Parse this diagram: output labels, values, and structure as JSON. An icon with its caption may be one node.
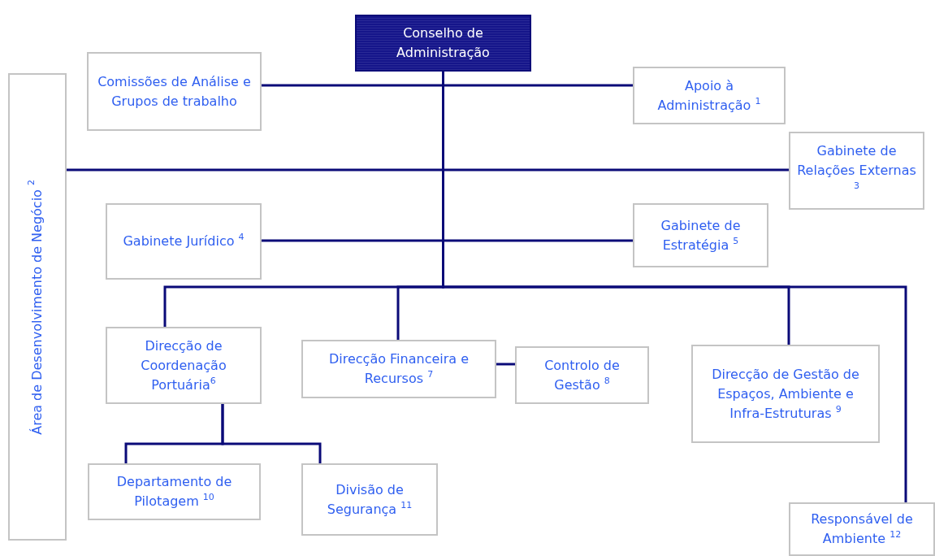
{
  "diagram": {
    "nodes": [
      {
        "text": [
          "Conselho de Administração"
        ]
      },
      {
        "text": [
          "Comissões de Análise e Grupos de trabalho"
        ]
      },
      {
        "text": [
          "Apoio à Administração $^{1}$"
        ]
      },
      {
        "text": [
          "Área de Desenvolvimento de Negócio $^{2}$"
        ]
      },
      {
        "text": [
          "Gabinete de Relações Externas $^{3}$"
        ]
      },
      {
        "text": [
          "Gabinete Jurídico $^{4}$"
        ]
      },
      {
        "text": [
          "Gabinete de Estratégia $^{5}$"
        ]
      },
      {
        "text": [
          "Direcção de Coordenação Portuária$^{6}$"
        ]
      },
      {
        "text": [
          "Direcção Financeira e Recursos $^{7}$"
        ]
      },
      {
        "text": [
          "Controlo de Gestão $^{8}$"
        ]
      },
      {
        "text": [
          "Direcção de Gestão de Espaços, Ambiente e Infra-Estruturas $^{9}$"
        ]
      },
      {
        "text": [
          "Departamento de Pilotagem $^{10}$"
        ]
      },
      {
        "text": [
          "Divisão de Segurança $^{11}$"
        ]
      },
      {
        "text": [
          "Responsável de Ambiente $^{12}$"
        ]
      }
    ],
    "edges": [
      {
        "from": 0,
        "to": 1,
        "arrow": "none"
      },
      {
        "from": 0,
        "to": 2,
        "arrow": "none"
      },
      {
        "from": 0,
        "to": 3,
        "arrow": "none"
      },
      {
        "from": 0,
        "to": 4,
        "arrow": "none"
      },
      {
        "from": 0,
        "to": 5,
        "arrow": "none"
      },
      {
        "from": 0,
        "to": 6,
        "arrow": "none"
      },
      {
        "from": 0,
        "to": 7,
        "arrow": "none"
      },
      {
        "from": 0,
        "to": 8,
        "arrow": "none"
      },
      {
        "from": 0,
        "to": 10,
        "arrow": "none"
      },
      {
        "from": 0,
        "to": 13,
        "arrow": "none"
      },
      {
        "from": 8,
        "to": 9,
        "arrow": "none"
      },
      {
        "from": 7,
        "to": 11,
        "arrow": "none"
      },
      {
        "from": 7,
        "to": 12,
        "arrow": "none"
      }
    ]
  }
}
